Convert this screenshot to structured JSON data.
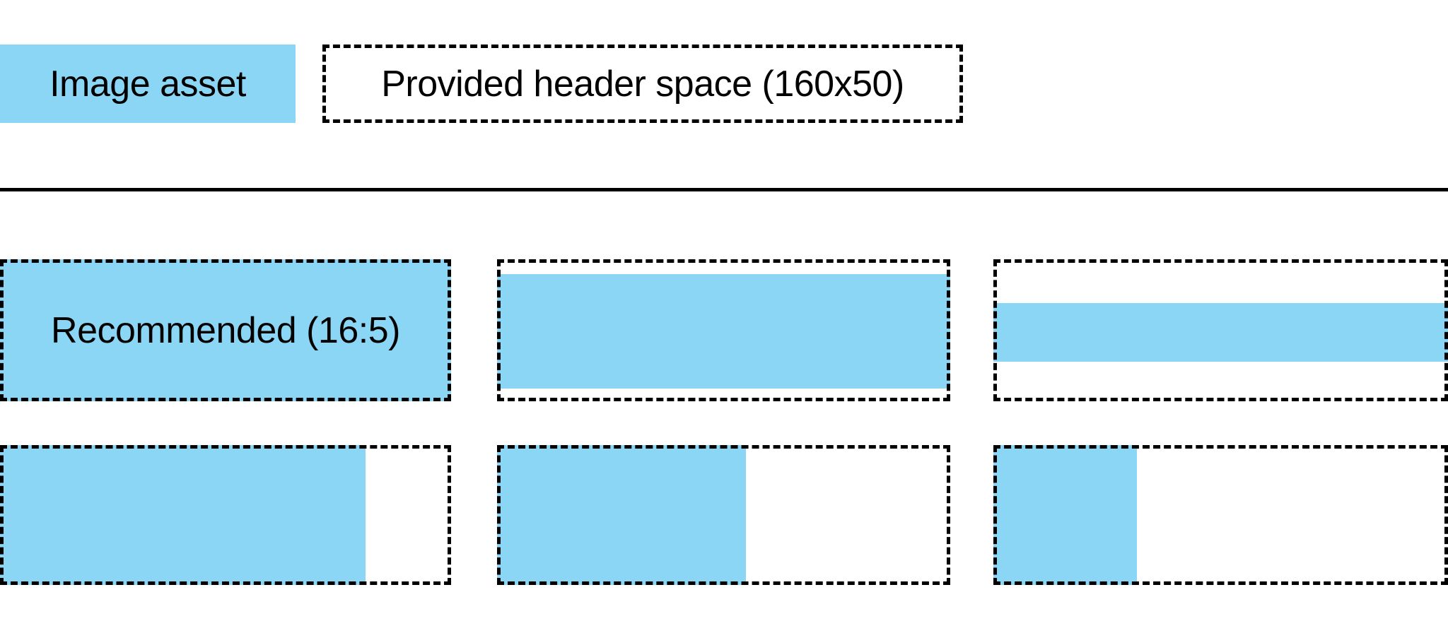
{
  "colors": {
    "asset_blue": "#8BD6F5",
    "line_black": "#000000"
  },
  "legend": {
    "image_asset_label": "Image asset",
    "header_space_label": "Provided header space (160x50)"
  },
  "grid": {
    "cells": [
      {
        "name": "recommended-16-5",
        "label": "Recommended (16:5)",
        "fill_coverage": "100% width, 100% height"
      },
      {
        "name": "wider-asset-medium",
        "label": "",
        "fill_coverage": "100% width, 80% height, vertically centered"
      },
      {
        "name": "wider-asset-extreme",
        "label": "",
        "fill_coverage": "100% width, 41% height, vertically centered"
      },
      {
        "name": "narrower-asset-slight",
        "label": "",
        "fill_coverage": "81% width, 100% height, left aligned"
      },
      {
        "name": "narrower-asset-medium",
        "label": "",
        "fill_coverage": "55% width, 100% height, left aligned"
      },
      {
        "name": "narrower-asset-extreme",
        "label": "",
        "fill_coverage": "32% width, 100% height, left aligned"
      }
    ]
  }
}
